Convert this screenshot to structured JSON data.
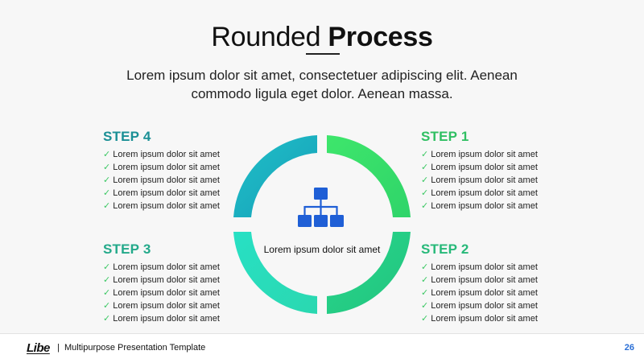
{
  "header": {
    "title_light": "Rounded ",
    "title_bold": "Process",
    "subtitle": "Lorem ipsum dolor sit amet, consectetuer adipiscing elit. Aenean commodo ligula eget dolor. Aenean massa."
  },
  "steps": [
    {
      "title": "STEP 1",
      "items": [
        "Lorem ipsum dolor sit amet",
        "Lorem ipsum dolor sit amet",
        "Lorem ipsum dolor sit amet",
        "Lorem ipsum dolor sit amet",
        "Lorem ipsum dolor sit amet"
      ]
    },
    {
      "title": "STEP 2",
      "items": [
        "Lorem ipsum dolor sit amet",
        "Lorem ipsum dolor sit amet",
        "Lorem ipsum dolor sit amet",
        "Lorem ipsum dolor sit amet",
        "Lorem ipsum dolor sit amet"
      ]
    },
    {
      "title": "STEP 3",
      "items": [
        "Lorem ipsum dolor sit amet",
        "Lorem ipsum dolor sit amet",
        "Lorem ipsum dolor sit amet",
        "Lorem ipsum dolor sit amet",
        "Lorem ipsum dolor sit amet"
      ]
    },
    {
      "title": "STEP 4",
      "items": [
        "Lorem ipsum dolor sit amet",
        "Lorem ipsum dolor sit amet",
        "Lorem ipsum dolor sit amet",
        "Lorem ipsum dolor sit amet",
        "Lorem ipsum dolor sit amet"
      ]
    }
  ],
  "check_glyph": "✓",
  "center": {
    "label": "Lorem ipsum dolor sit amet",
    "icon": "hierarchy-icon"
  },
  "colors": {
    "step1": "#3fe06a",
    "step2": "#2ad48a",
    "step3": "#2ee0c0",
    "step4": "#1ab0c4",
    "check": "#3cc864",
    "icon": "#1f5fd6",
    "page_number": "#2a6fd6"
  },
  "footer": {
    "logo": "Libe",
    "separator": "|",
    "text": "Multipurpose Presentation Template",
    "page_number": "26"
  }
}
